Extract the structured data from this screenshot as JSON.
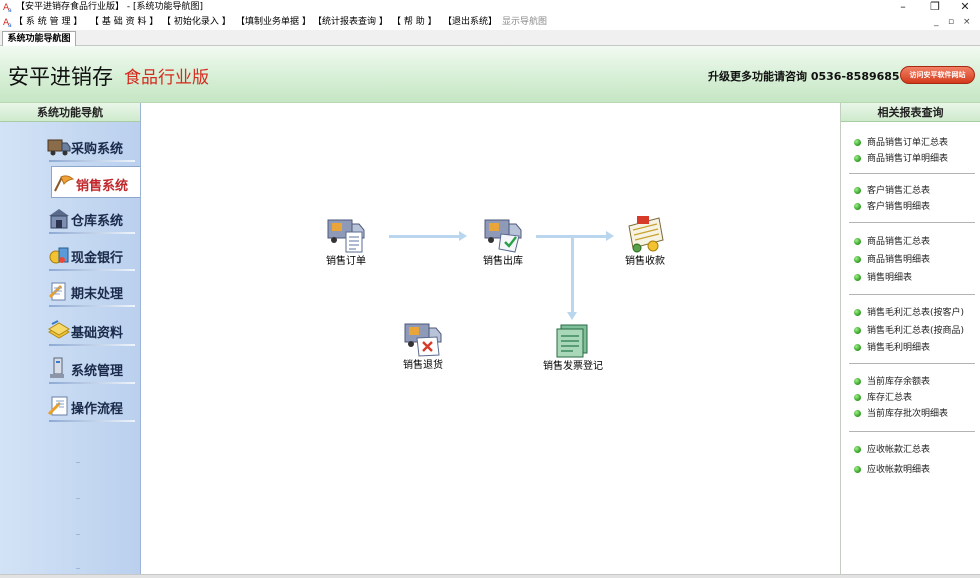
{
  "window": {
    "title": "【安平进销存食品行业版】 - [系统功能导航图]",
    "controls": {
      "minimize": "–",
      "restore": "❐",
      "close": "✕"
    }
  },
  "menubar": {
    "items": [
      {
        "label": "【 系 统 管 理 】",
        "enabled": true
      },
      {
        "label": "【 基 础 资 料 】",
        "enabled": true
      },
      {
        "label": "【 初始化录入 】",
        "enabled": true
      },
      {
        "label": "【填制业务单据 】",
        "enabled": true
      },
      {
        "label": "【统计报表查询 】",
        "enabled": true
      },
      {
        "label": "【 帮 助 】",
        "enabled": true
      },
      {
        "label": "【退出系统】",
        "enabled": true
      },
      {
        "label": "显示导航图",
        "enabled": false
      }
    ],
    "mdi_controls": {
      "minimize": "_",
      "restore": "▫",
      "close": "×"
    }
  },
  "tabs": [
    {
      "label": "系统功能导航图",
      "active": true
    }
  ],
  "header": {
    "brand_main": "安平进销存",
    "brand_sub": "食品行业版",
    "contact": "升级更多功能请咨询 0536-8589685",
    "visit_button": "访问安平软件网站"
  },
  "left_nav": {
    "title": "系统功能导航",
    "items": [
      {
        "label": "采购系统",
        "icon": "truck-icon",
        "active": false
      },
      {
        "label": "销售系统",
        "icon": "sales-flag-icon",
        "active": true
      },
      {
        "label": "仓库系统",
        "icon": "warehouse-icon",
        "active": false
      },
      {
        "label": "现金银行",
        "icon": "cash-bank-icon",
        "active": false
      },
      {
        "label": "期末处理",
        "icon": "period-end-icon",
        "active": false
      },
      {
        "label": "基础资料",
        "icon": "base-data-icon",
        "active": false
      },
      {
        "label": "系统管理",
        "icon": "system-admin-icon",
        "active": false
      },
      {
        "label": "操作流程",
        "icon": "workflow-icon",
        "active": false
      }
    ]
  },
  "flow": {
    "nodes": [
      {
        "label": "销售订单",
        "icon": "sales-order-icon"
      },
      {
        "label": "销售出库",
        "icon": "sales-delivery-icon"
      },
      {
        "label": "销售收款",
        "icon": "sales-receipt-icon"
      },
      {
        "label": "销售退货",
        "icon": "sales-return-icon"
      },
      {
        "label": "销售发票登记",
        "icon": "invoice-register-icon"
      }
    ]
  },
  "reports": {
    "title": "相关报表查询",
    "groups": [
      [
        "商品销售订单汇总表",
        "商品销售订单明细表"
      ],
      [
        "客户销售汇总表",
        "客户销售明细表"
      ],
      [
        "商品销售汇总表",
        "商品销售明细表",
        "销售明细表"
      ],
      [
        "销售毛利汇总表(按客户)",
        "销售毛利汇总表(按商品)",
        "销售毛利明细表"
      ],
      [
        "当前库存余额表",
        "库存汇总表",
        "当前库存批次明细表"
      ],
      [
        "应收帐款汇总表",
        "应收帐款明细表"
      ]
    ]
  },
  "colors": {
    "header_green": "#d7efd6",
    "nav_blue": "#c9dbf1",
    "brand_red": "#d52a1e",
    "active_red": "#c0282c",
    "arrow_blue": "#b9d6ee",
    "report_dot": "#2d9a1f"
  }
}
